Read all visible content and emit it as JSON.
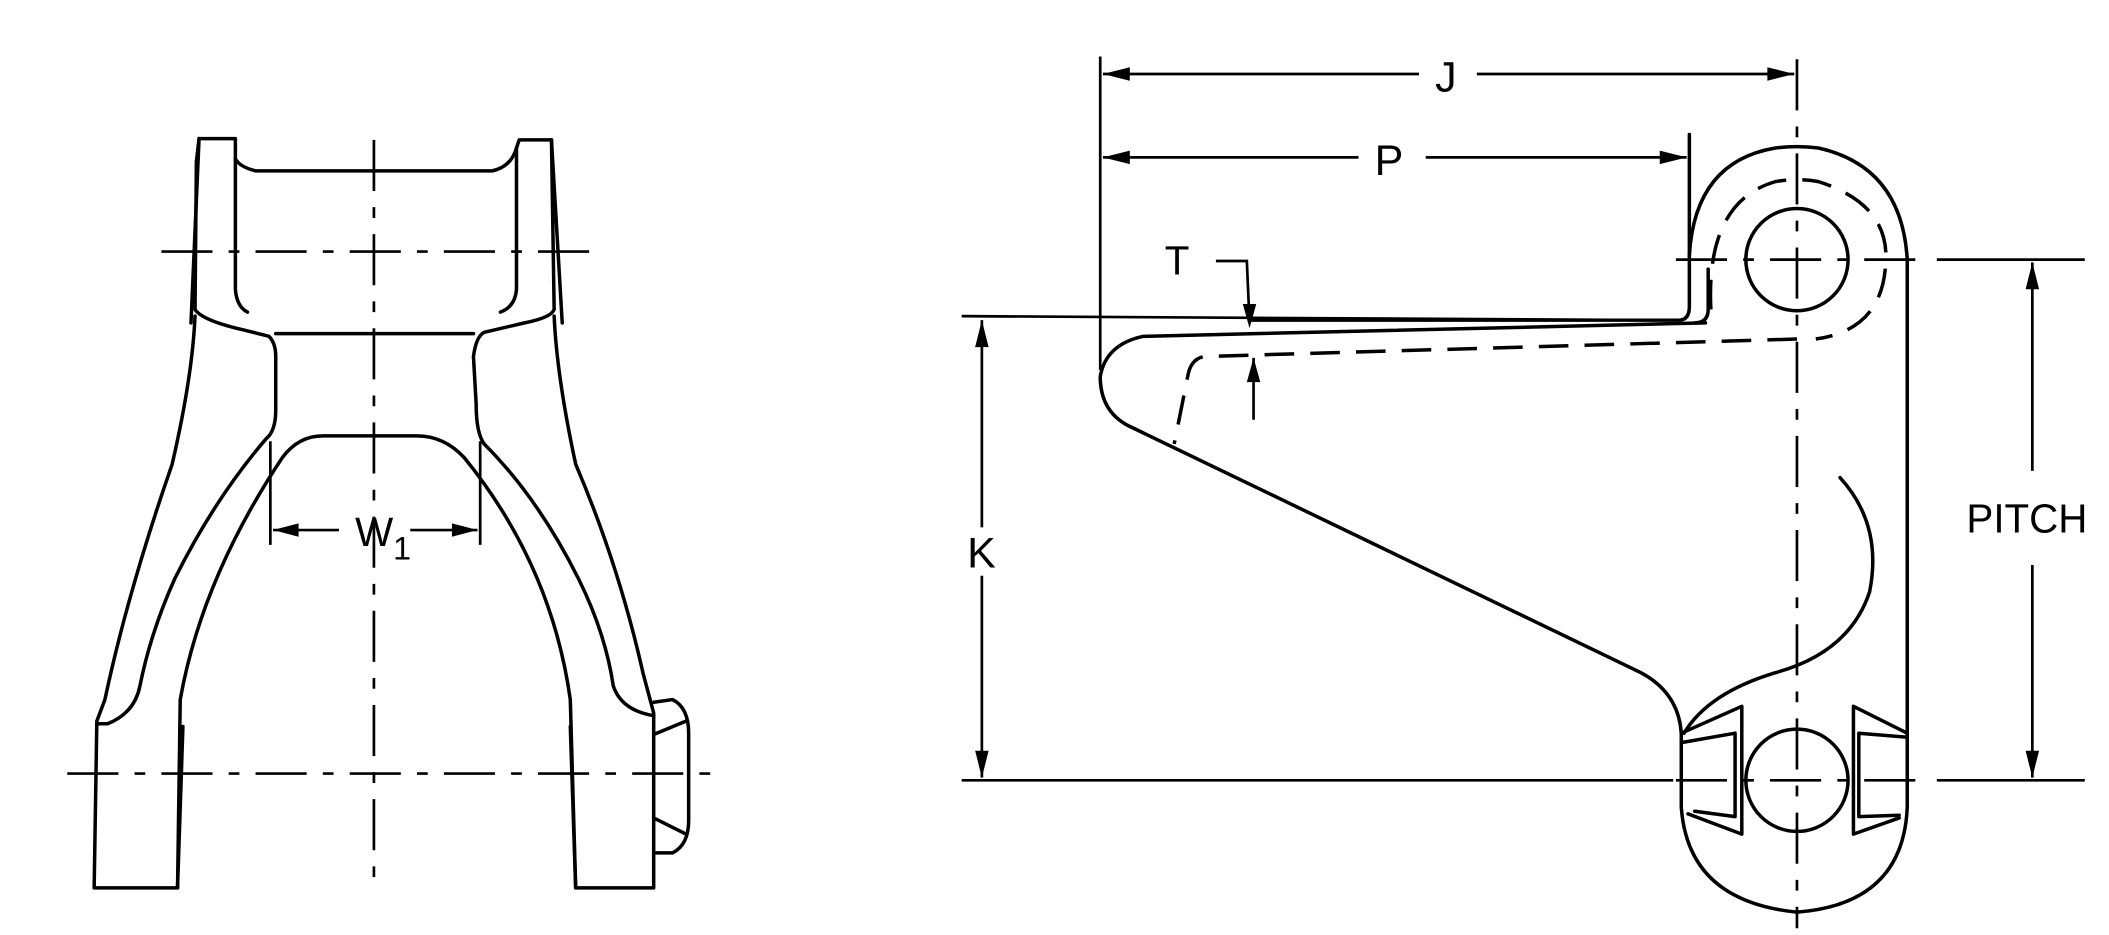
{
  "figure": {
    "description": "Engineering drawing of a chain link attachment: front view (left) and side view (right) with dimension callouts",
    "colors": {
      "line": "#000000",
      "background": "#ffffff"
    }
  },
  "front_view": {
    "dimension_labels": {
      "w1_main": "W",
      "w1_sub": "1"
    }
  },
  "side_view": {
    "dimension_labels": {
      "j": "J",
      "p": "P",
      "t": "T",
      "k": "K",
      "pitch": "PITCH"
    }
  }
}
